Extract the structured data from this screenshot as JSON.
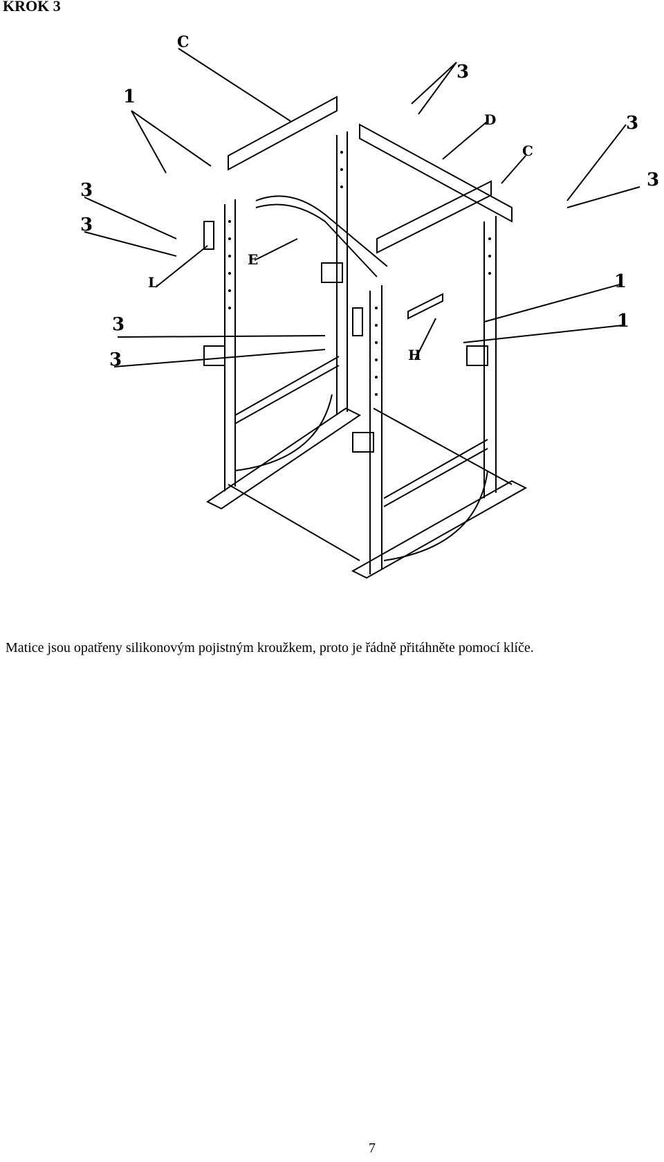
{
  "step_title": "KROK 3",
  "diagram": {
    "labels": {
      "c_top_left": "C",
      "c_right": "C",
      "d": "D",
      "e": "E",
      "l": "L",
      "h": "H",
      "one_a": "1",
      "one_b": "1",
      "one_c": "1",
      "three_a": "3",
      "three_b": "3",
      "three_c": "3",
      "three_d": "3",
      "three_e": "3",
      "three_f": "3",
      "three_g": "3"
    }
  },
  "note": "Matice jsou opatřeny silikonovým pojistným kroužkem, proto je řádně přitáhněte pomocí klíče.",
  "page_number": "7"
}
